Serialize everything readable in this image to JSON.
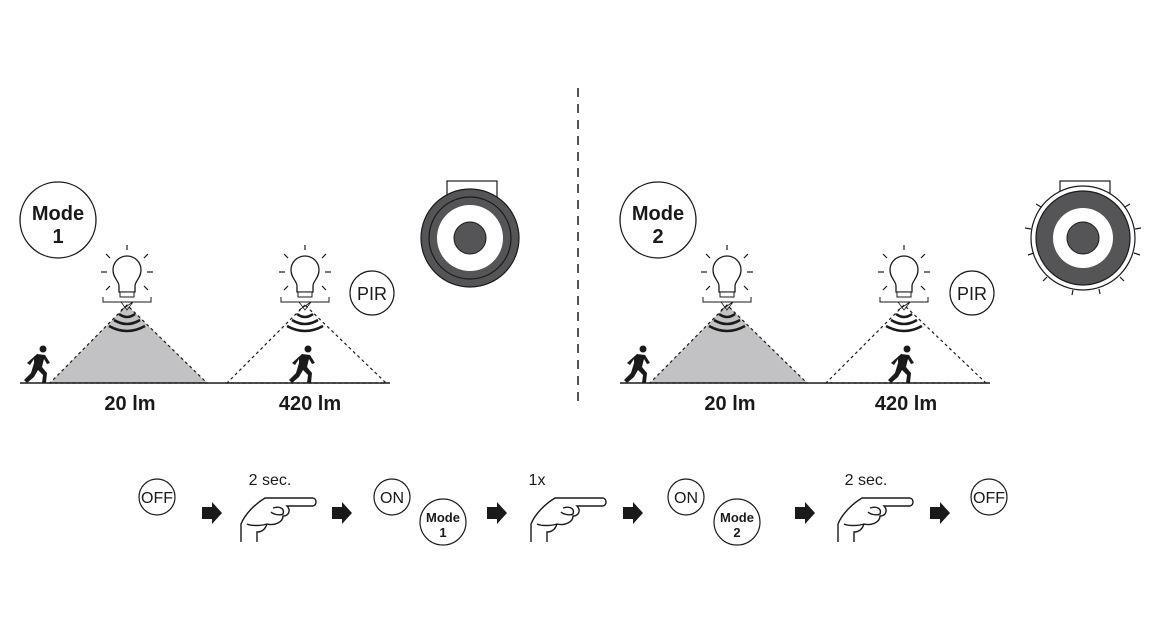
{
  "colors": {
    "ink": "#1a1a1a",
    "cone_fill": "#c2c2c4",
    "device_dark": "#555557"
  },
  "panels": [
    {
      "mode_word": "Mode",
      "mode_num": "1",
      "low_label": "20 lm",
      "high_label": "420 lm",
      "pir": "PIR",
      "device_state": "off"
    },
    {
      "mode_word": "Mode",
      "mode_num": "2",
      "low_label": "20 lm",
      "high_label": "420 lm",
      "pir": "PIR",
      "device_state": "lit"
    }
  ],
  "sequence": {
    "off1": "OFF",
    "press1": "2 sec.",
    "on1": "ON",
    "mode1_word": "Mode",
    "mode1_num": "1",
    "press2": "1x",
    "on2": "ON",
    "mode2_word": "Mode",
    "mode2_num": "2",
    "press3": "2 sec.",
    "off2": "OFF"
  }
}
